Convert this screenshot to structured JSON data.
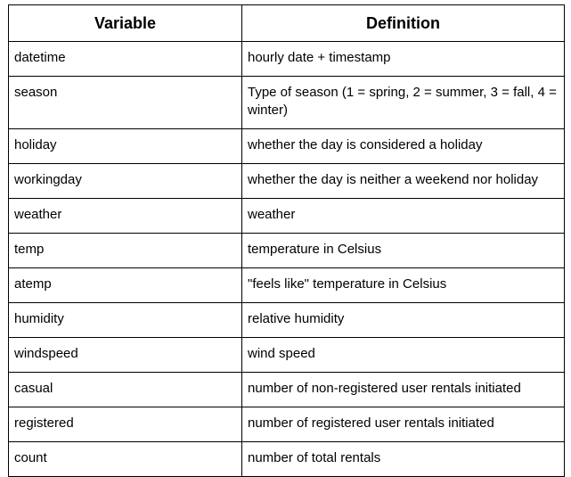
{
  "table": {
    "headers": [
      "Variable",
      "Definition"
    ],
    "rows": [
      {
        "variable": "datetime",
        "definition": "hourly date + timestamp"
      },
      {
        "variable": "season",
        "definition": "Type of season (1 = spring, 2 = summer, 3 = fall, 4 = winter)"
      },
      {
        "variable": "holiday",
        "definition": "whether the day is considered a holiday"
      },
      {
        "variable": "workingday",
        "definition": "whether the day is neither a weekend nor holiday"
      },
      {
        "variable": "weather",
        "definition": "weather"
      },
      {
        "variable": "temp",
        "definition": "temperature in Celsius"
      },
      {
        "variable": "atemp",
        "definition": "\"feels like\" temperature in Celsius"
      },
      {
        "variable": "humidity",
        "definition": "relative humidity"
      },
      {
        "variable": "windspeed",
        "definition": "wind speed"
      },
      {
        "variable": "casual",
        "definition": "number of non-registered user rentals initiated"
      },
      {
        "variable": "registered",
        "definition": "number of registered user rentals initiated"
      },
      {
        "variable": "count",
        "definition": "number of total rentals"
      }
    ]
  }
}
